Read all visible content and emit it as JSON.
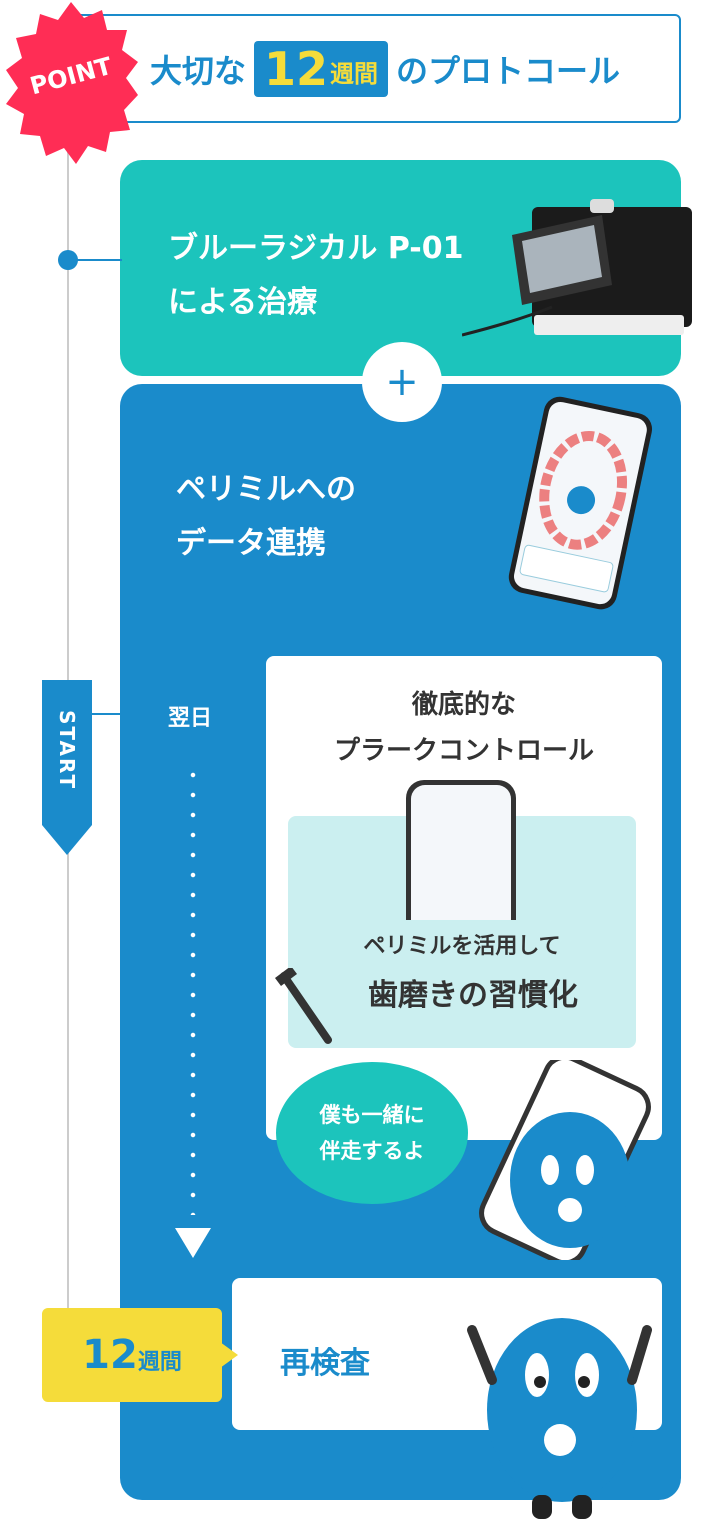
{
  "header": {
    "badge": "POINT",
    "title_pre": "大切な",
    "highlight_number": "12",
    "highlight_unit": "週間",
    "title_post": "のプロトコール"
  },
  "step1": {
    "line1": "ブルーラジカル P-01",
    "line2": "による治療"
  },
  "plus": "+",
  "step2": {
    "line1": "ペリミルへの",
    "line2": "データ連携"
  },
  "timeline": {
    "start_label": "START",
    "next_day": "翌日",
    "end_number": "12",
    "end_unit": "週間"
  },
  "control": {
    "line1": "徹底的な",
    "line2": "プラークコントロール",
    "sub": "ペリミルを活用して",
    "main": "歯磨きの習慣化"
  },
  "bubble": {
    "line1": "僕も一緒に",
    "line2": "伴走するよ"
  },
  "recheck": "再検査",
  "colors": {
    "blue": "#1a8bcb",
    "teal": "#1cc4bc",
    "yellow": "#f5dc3a",
    "badge_red": "#ff2d55"
  }
}
